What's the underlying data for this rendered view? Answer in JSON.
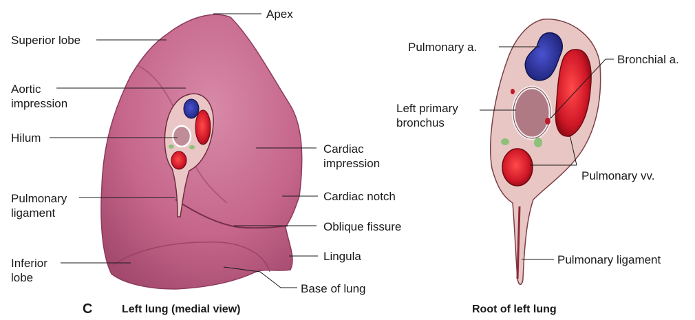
{
  "panel_letter": "C",
  "captions": {
    "left": "Left lung (medial view)",
    "right": "Root of left lung"
  },
  "labels": {
    "apex": "Apex",
    "superior_lobe": "Superior lobe",
    "aortic_impression": "Aortic\nimpression",
    "hilum": "Hilum",
    "pulmonary_ligament_left": "Pulmonary\nligament",
    "inferior_lobe": "Inferior\nlobe",
    "cardiac_impression": "Cardiac\nimpression",
    "cardiac_notch": "Cardiac notch",
    "oblique_fissure": "Oblique fissure",
    "lingula": "Lingula",
    "base_of_lung": "Base of lung",
    "pulmonary_a": "Pulmonary a.",
    "bronchial_a": "Bronchial a.",
    "left_primary_bronchus": "Left primary\nbronchus",
    "pulmonary_vv": "Pulmonary vv.",
    "pulmonary_ligament_right": "Pulmonary ligament"
  },
  "colors": {
    "lung": "#c5668a",
    "lung_dark": "#9e4468",
    "artery_blue": "#2a2f9a",
    "vein_red": "#d01828",
    "bronchus": "#b07a85",
    "root_bg": "#e8c6c3",
    "lymph_green": "#8ec07a"
  }
}
